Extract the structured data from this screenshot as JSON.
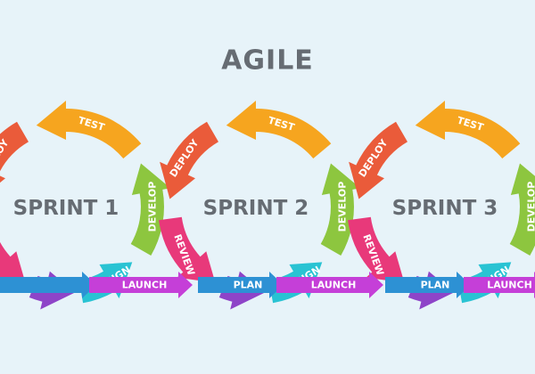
{
  "title": "AGILE",
  "colors": {
    "background": "#e7f3f9",
    "text": "#666c73",
    "test": "#f6a51f",
    "develop": "#8dc63f",
    "design": "#29c3d3",
    "deploy": "#ea5b3a",
    "review": "#e8397a",
    "plan": "#2d91d4",
    "launch": "#c53fd8",
    "flow": "#8e44c8"
  },
  "sprints": [
    {
      "name": "SPRINT 1",
      "labels": {
        "test": "TEST",
        "develop": "DEVELOP",
        "design": "DESIGN",
        "deploy": "DEPLOY",
        "review": "",
        "plan": "",
        "launch": "LAUNCH"
      }
    },
    {
      "name": "SPRINT 2",
      "labels": {
        "test": "TEST",
        "develop": "DEVELOP",
        "design": "DESIGN",
        "deploy": "DEPLOY",
        "review": "REVIEW",
        "plan": "PLAN",
        "launch": "LAUNCH"
      }
    },
    {
      "name": "SPRINT 3",
      "labels": {
        "test": "TEST",
        "develop": "DEVELOP",
        "design": "DESIGN",
        "deploy": "DEPLOY",
        "review": "REVIEW",
        "plan": "PLAN",
        "launch": "LAUNCH"
      }
    }
  ]
}
